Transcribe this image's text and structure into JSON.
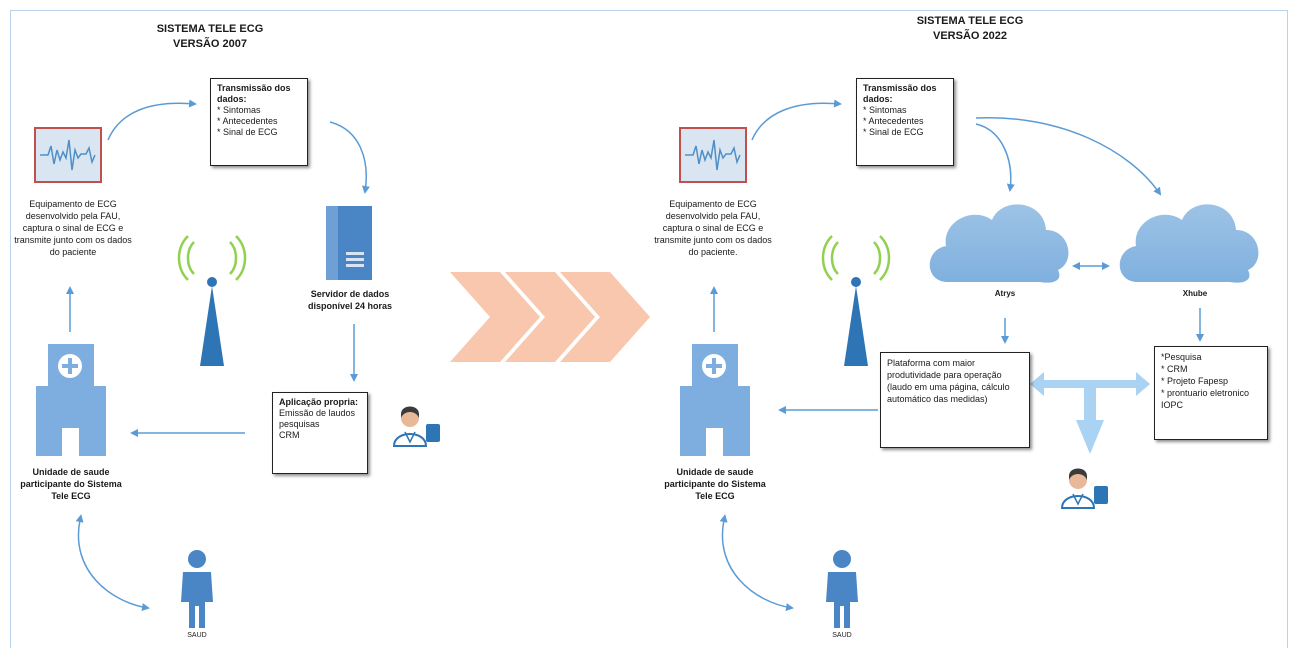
{
  "left": {
    "title_line1": "SISTEMA TELE ECG",
    "title_line2": "VERSÃO 2007",
    "transmission": {
      "head": "Transmissão dos dados:",
      "items": [
        "* Sintomas",
        "* Antecedentes",
        "* Sinal de ECG"
      ]
    },
    "ecg_caption": "Equipamento de ECG desenvolvido pela FAU, captura o sinal de ECG e transmite junto com os dados do paciente",
    "server_caption": "Servidor de dados disponível 24 horas",
    "app_box": {
      "head": "Aplicação propria:",
      "items": [
        "Emissão de laudos",
        "pesquisas",
        "CRM"
      ]
    },
    "unit_caption": "Unidade de saude participante do Sistema Tele ECG",
    "person_caption": "SAUD"
  },
  "right": {
    "title_line1": "SISTEMA TELE ECG",
    "title_line2": "VERSÃO 2022",
    "transmission": {
      "head": "Transmissão dos dados:",
      "items": [
        "* Sintomas",
        "* Antecedentes",
        "* Sinal de ECG"
      ]
    },
    "ecg_caption": "Equipamento de ECG desenvolvido pela FAU, captura o sinal de ECG e transmite junto com os dados do paciente.",
    "cloud_left_label": "Atrys",
    "cloud_right_label": "Xhube",
    "platform_box": "Plataforma com maior produtividade para operação (laudo em uma página, cálculo automático das medidas)",
    "xhube_box": {
      "items": [
        "*Pesquisa",
        "* CRM",
        "* Projeto Fapesp",
        "* prontuario eletronico IOPC"
      ]
    },
    "unit_caption": "Unidade de saude participante do Sistema Tele ECG",
    "person_caption": "SAUD"
  },
  "colors": {
    "accent_blue": "#5b9bd5",
    "icon_blue": "#7eaee0",
    "chevron_peach": "#f8c7ad",
    "ecg_border": "#c0504d",
    "antenna_green": "#92d050"
  }
}
